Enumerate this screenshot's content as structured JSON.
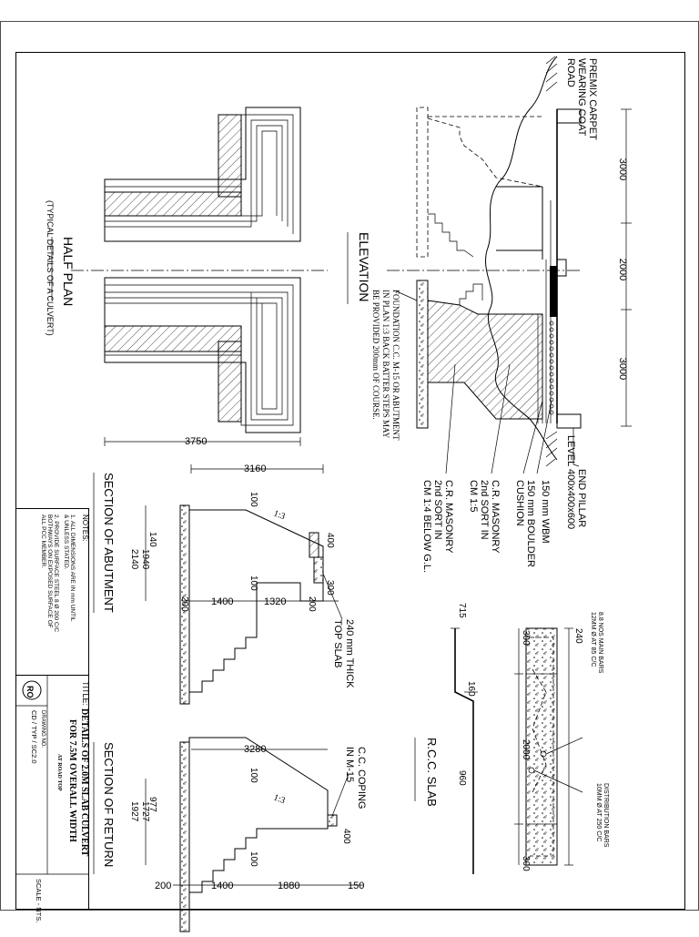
{
  "elevation": {
    "title": "ELEVATION",
    "dim_left": "3000",
    "dim_mid": "2000",
    "dim_right": "3000",
    "road": "ROAD",
    "premix": "PREMIX CARPET",
    "wearing": "WEARING COAT",
    "level": "LEVEL",
    "end_pillar": "END PILLAR",
    "end_pillar_size": "400x400x600",
    "wbm": "150 mm WBM",
    "boulder": "150 mm BOULDER",
    "cushion": "CUSHION",
    "cr_masonry_1": "C.R. MASONRY",
    "cr_sort_1": "2nd SORT IN",
    "cr_cm_1": "CM 1:5",
    "cr_masonry_2": "C.R. MASONRY",
    "cr_sort_2": "2nd SORT IN",
    "cr_cm_2": "CM 1:4 BELOW G.L.",
    "foundation_1": "FOUNDATION C.C. M-15 OR ABUTMENT",
    "foundation_2": "IN PLAN 1:3 BACK BATTER STEPS MAY",
    "foundation_3": "BE PROVIDED 200mm OF COURSE."
  },
  "half_plan": {
    "title": "HALF PLAN",
    "subtitle": "(TYPICAL DETAILS OF A CULVERT)",
    "dim": "3750"
  },
  "rcc_slab": {
    "title": "R.C.C. SLAB",
    "main_bars_1": "8.8 NOS MAIN BARS",
    "main_bars_2": "12MM Ø AT 85 C/C",
    "dist_bars_1": "DISTRIBUTION BARS",
    "dist_bars_2": "10MM Ø AT 250 C/C",
    "d240": "240",
    "d300a": "300",
    "d2000": "2000",
    "d300b": "300",
    "d715": "715",
    "d160": "160",
    "d960": "960"
  },
  "abutment": {
    "title": "SECTION OF ABUTMENT",
    "d3160": "3160",
    "d100a": "100",
    "slope": "1:3",
    "d400": "400",
    "d300": "300",
    "d140": "140",
    "d1940": "1940",
    "d2140": "2140",
    "d100b": "100",
    "d200a": "200",
    "d1400": "1400",
    "d1320": "1320",
    "d200b": "200",
    "top_slab_1": "240 mm THICK",
    "top_slab_2": "TOP SLAB"
  },
  "return": {
    "title": "SECTION OF RETURN",
    "d3280": "3280",
    "d100a": "100",
    "slope": "1:3",
    "coping_1": "C.C. COPING",
    "coping_2": "IN M-15",
    "d400": "400",
    "d977": "977",
    "d1727": "1727",
    "d1927": "1927",
    "d100b": "100",
    "d200": "200",
    "d1400": "1400",
    "d1880": "1880",
    "d150": "150"
  },
  "notes": {
    "heading": "NOTES:",
    "n1a": "1.  ALL DIMENSIONS ARE IN mm UNTIL",
    "n1b": "     & UNLESS STATED.",
    "n2a": "2.  PROVIDE SURFACE STEEL 8 Ø 200 C/C",
    "n2b": "     BOTHWAYS ON EXPOSED SURFACE OF",
    "n2c": "     ALL PCC MEMBER."
  },
  "title_block": {
    "title_label": "TITLE:",
    "t1": "DETAILS OF 2.0M SLAB CULVERT",
    "t2": "FOR 7.5M OVERALL WIDTH",
    "t3": "AT ROAD TOP",
    "logo": "RO",
    "drawing_no_label": "DRAWING NO.",
    "drawing_no": "CD / TYP / SC2.0",
    "scale": "SCALE - NTS."
  }
}
